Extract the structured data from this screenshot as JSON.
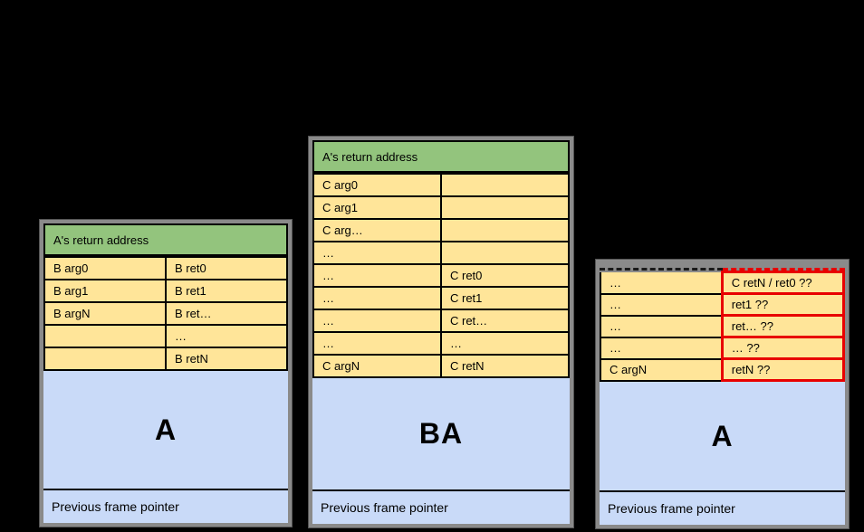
{
  "colors": {
    "background": "#000000",
    "return_address_green": "#93c47d",
    "cell_yellow": "#ffe599",
    "frame_blue": "#c9daf8",
    "grid_black": "#000000",
    "outer_border_gray": "#8a8a8a",
    "highlight_red": "#e80000"
  },
  "stacks": [
    {
      "header": "A's return address",
      "rows": [
        {
          "left": "B arg0",
          "right": "B ret0"
        },
        {
          "left": "B arg1",
          "right": "B ret1"
        },
        {
          "left": "B argN",
          "right": "B ret…"
        },
        {
          "left": "",
          "right": "…"
        },
        {
          "left": "",
          "right": "B retN"
        }
      ],
      "frame_label": "A",
      "footer": "Previous frame pointer"
    },
    {
      "header": "A's return address",
      "rows": [
        {
          "left": "C arg0",
          "right": ""
        },
        {
          "left": "C arg1",
          "right": ""
        },
        {
          "left": "C arg…",
          "right": ""
        },
        {
          "left": "…",
          "right": ""
        },
        {
          "left": "…",
          "right": "C ret0"
        },
        {
          "left": "…",
          "right": "C ret1"
        },
        {
          "left": "…",
          "right": "C ret…"
        },
        {
          "left": "…",
          "right": "…"
        },
        {
          "left": "C argN",
          "right": "C retN"
        }
      ],
      "frame_label": "BA",
      "footer": "Previous frame pointer"
    },
    {
      "rows": [
        {
          "left": "…",
          "right": "C retN / ret0 ??"
        },
        {
          "left": "…",
          "right": "ret1 ??"
        },
        {
          "left": "…",
          "right": "ret… ??"
        },
        {
          "left": "…",
          "right": "… ??"
        },
        {
          "left": "C argN",
          "right": "retN ??"
        }
      ],
      "frame_label": "A",
      "footer": "Previous frame pointer"
    }
  ]
}
